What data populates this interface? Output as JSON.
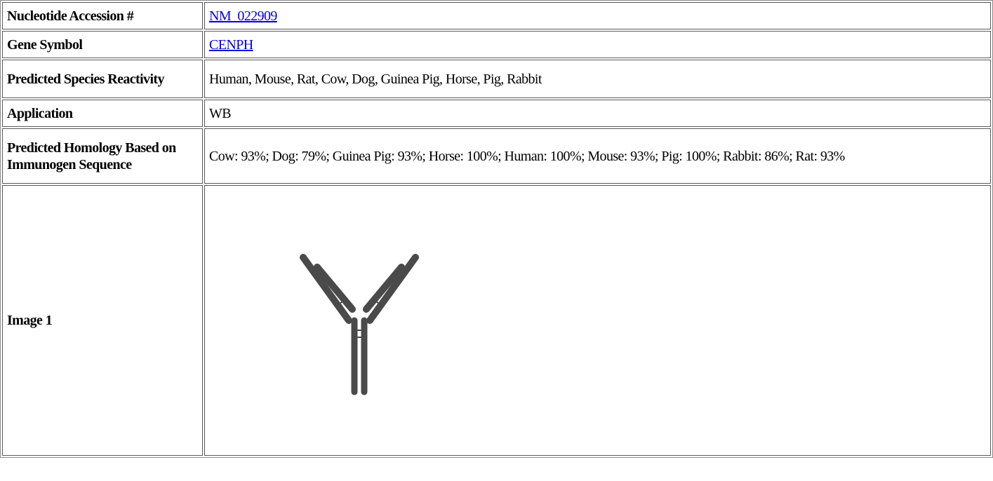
{
  "rows": [
    {
      "label": "Nucleotide Accession #",
      "value": "NM_022909",
      "is_link": true
    },
    {
      "label": "Gene Symbol",
      "value": "CENPH",
      "is_link": true
    },
    {
      "label": "Predicted Species Reactivity",
      "value": "Human, Mouse, Rat, Cow, Dog, Guinea Pig, Horse, Pig, Rabbit",
      "is_link": false
    },
    {
      "label": "Application",
      "value": "WB",
      "is_link": false
    },
    {
      "label": "Predicted Homology Based on Immunogen Sequence",
      "value": "Cow: 93%; Dog: 79%; Guinea Pig: 93%; Horse: 100%; Human: 100%; Mouse: 93%; Pig: 100%; Rabbit: 86%; Rat: 93%",
      "is_link": false
    },
    {
      "label": "Image 1",
      "image_icon": "antibody-icon"
    }
  ],
  "colors": {
    "link": "#0000ee",
    "icon": "#4a4a4a",
    "border": "#5a5a5a"
  }
}
